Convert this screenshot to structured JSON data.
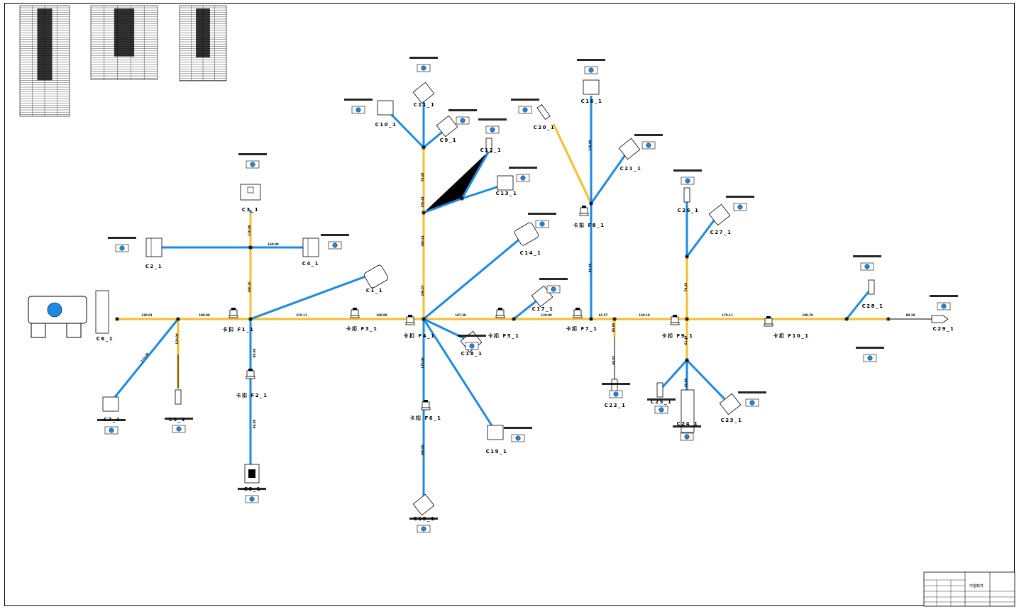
{
  "colors": {
    "trunk": "#f7bd2a",
    "branch": "#1a8ae6",
    "pin": "#1a8ae6",
    "frame": "#000000"
  },
  "title_block": {
    "company": "中望软件"
  },
  "connectors": [
    {
      "id": "C1_1",
      "label": "C1_1"
    },
    {
      "id": "C2_1",
      "label": "C2_1"
    },
    {
      "id": "C3_1",
      "label": "C3_1"
    },
    {
      "id": "C4_1",
      "label": "C4_1"
    },
    {
      "id": "C5_1",
      "label": "C5_1"
    },
    {
      "id": "C6_1",
      "label": "C6_1"
    },
    {
      "id": "C7_1",
      "label": "C7_1"
    },
    {
      "id": "C8_1",
      "label": "C8_1"
    },
    {
      "id": "C9_1",
      "label": "C9_1"
    },
    {
      "id": "C10_1",
      "label": "C10_1"
    },
    {
      "id": "C11_1",
      "label": "C11_1"
    },
    {
      "id": "C12_1",
      "label": "C12_1"
    },
    {
      "id": "C13_1",
      "label": "C13_1"
    },
    {
      "id": "C14_1",
      "label": "C14_1"
    },
    {
      "id": "C15_1",
      "label": "C15_1"
    },
    {
      "id": "C16_1",
      "label": "C16_1"
    },
    {
      "id": "C17_1",
      "label": "C17_1"
    },
    {
      "id": "C18_1",
      "label": "C18_1"
    },
    {
      "id": "C19_1",
      "label": "C19_1"
    },
    {
      "id": "C20_1",
      "label": "C20_1"
    },
    {
      "id": "C21_1",
      "label": "C21_1"
    },
    {
      "id": "C22_1",
      "label": "C22_1"
    },
    {
      "id": "C23_1",
      "label": "C23_1"
    },
    {
      "id": "C24_1",
      "label": "C24_1"
    },
    {
      "id": "C25_1",
      "label": "C25_1"
    },
    {
      "id": "C26_1",
      "label": "C26_1"
    },
    {
      "id": "C27_1",
      "label": "C27_1"
    },
    {
      "id": "C28_1",
      "label": "C28_1"
    },
    {
      "id": "C29_1",
      "label": "C29_1"
    }
  ],
  "fixings": [
    {
      "id": "F1_1",
      "label": "F1_1",
      "prefix": "卡扣"
    },
    {
      "id": "F2_1",
      "label": "F2_1",
      "prefix": "卡扣"
    },
    {
      "id": "F3_1",
      "label": "F3_1",
      "prefix": "卡扣"
    },
    {
      "id": "F4_1",
      "label": "F4_1",
      "prefix": "卡扣"
    },
    {
      "id": "F5_1",
      "label": "F5_1",
      "prefix": "卡扣"
    },
    {
      "id": "F6_1",
      "label": "F6_1",
      "prefix": "卡扣"
    },
    {
      "id": "F7_1",
      "label": "F7_1",
      "prefix": "卡扣"
    },
    {
      "id": "F8_1",
      "label": "F8_1",
      "prefix": "卡扣"
    },
    {
      "id": "F9_1",
      "label": "F9_1",
      "prefix": "卡扣"
    },
    {
      "id": "F10_1",
      "label": "F10_1",
      "prefix": "卡扣"
    }
  ],
  "segment_labels": [
    "120.01",
    "180.00",
    "160.00",
    "215.11",
    "160.00",
    "187.30",
    "120.00",
    "41.57",
    "120.10",
    "170.11",
    "100.70",
    "90.10",
    "120.00",
    "190.20",
    "120.00",
    "173.06",
    "80.00",
    "86.00",
    "70.00",
    "150.44",
    "260.41",
    "200.57",
    "170.00",
    "190.00",
    "120.00",
    "80.00",
    "79.20",
    "61.40",
    "40.00",
    "80.00",
    "60.02"
  ]
}
